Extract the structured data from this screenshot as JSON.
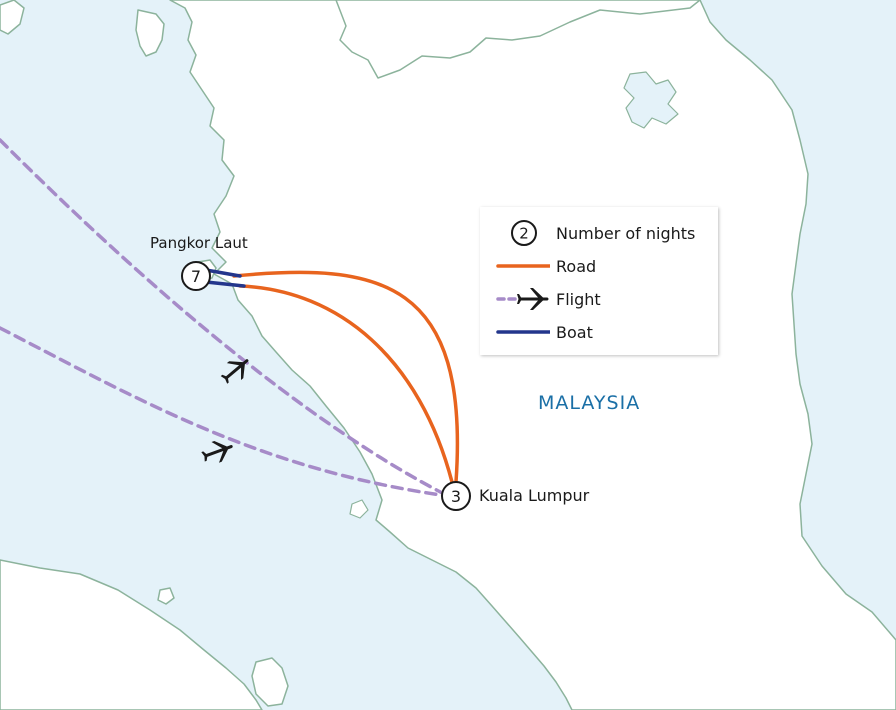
{
  "country_label": {
    "text": "MALAYSIA",
    "color": "#1a6fa6"
  },
  "places": [
    {
      "name": "Pangkor Laut",
      "nights": "7"
    },
    {
      "name": "Kuala Lumpur",
      "nights": "3"
    }
  ],
  "legend": {
    "nights_sample": "2",
    "items": [
      {
        "label": "Number of nights",
        "symbol": "circle-number"
      },
      {
        "label": "Road",
        "symbol": "orange-line",
        "color": "#e8641e"
      },
      {
        "label": "Flight",
        "symbol": "dashed-purple-line-with-plane-icon",
        "color": "#a68bc8"
      },
      {
        "label": "Boat",
        "symbol": "navy-line",
        "color": "#23368c"
      }
    ]
  },
  "colors": {
    "sea": "#e4f2f9",
    "land": "#ffffff",
    "coastline": "#8cb39c",
    "road": "#e8641e",
    "flight": "#a68bc8",
    "boat": "#23368c"
  },
  "icons": [
    "plane-icon"
  ]
}
